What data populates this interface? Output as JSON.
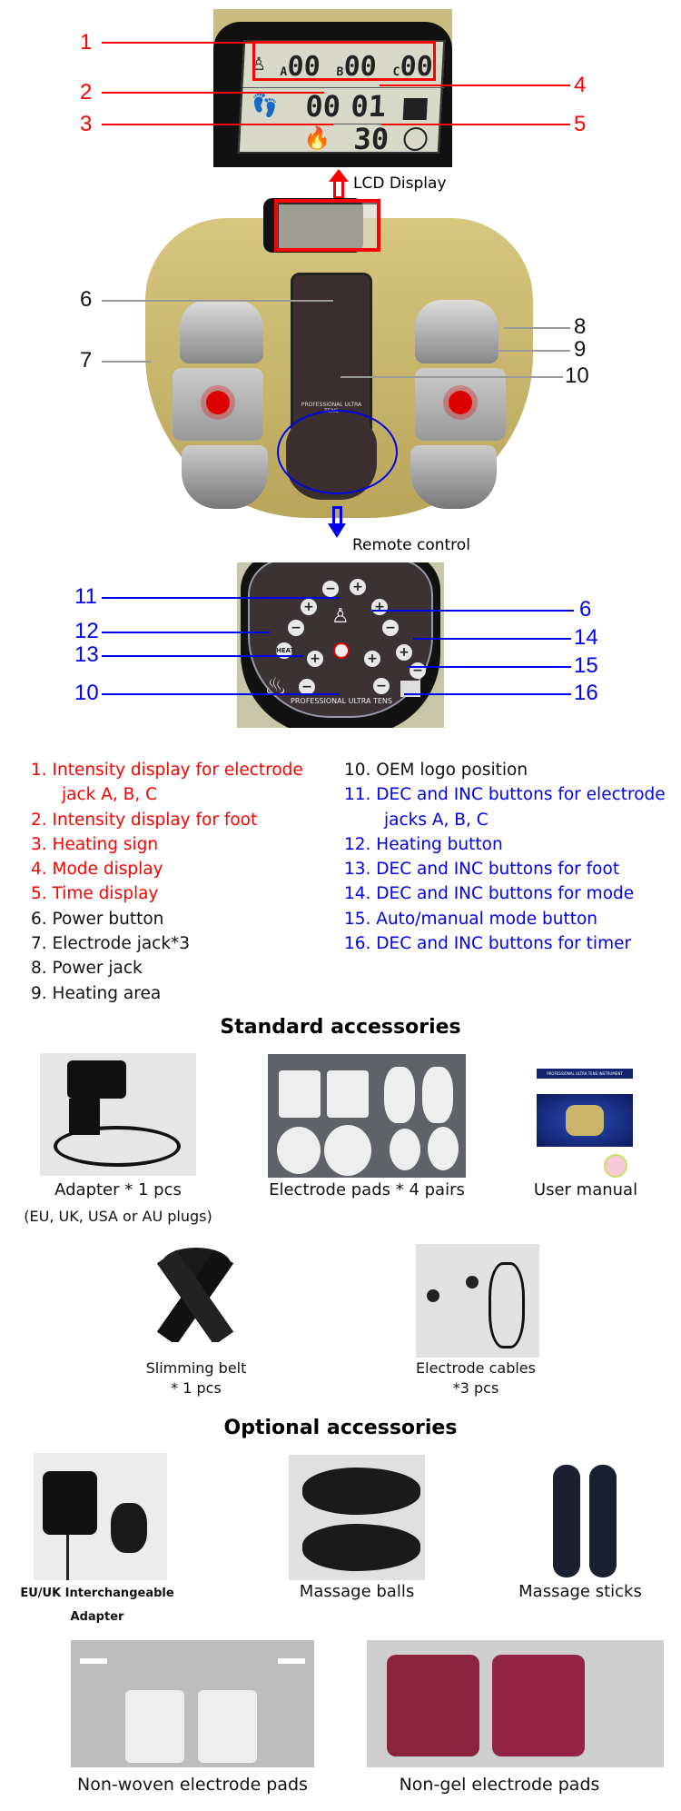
{
  "lcd_photo": {
    "readout_a": "00",
    "readout_b": "00",
    "readout_c": "00",
    "label_a": "A",
    "label_b": "B",
    "label_c": "C",
    "foot": "00",
    "mode": "01",
    "time": "30"
  },
  "callouts_top": {
    "n1": "1",
    "n2": "2",
    "n3": "3",
    "n4": "4",
    "n5": "5"
  },
  "lcd_label": "LCD Display",
  "callouts_device": {
    "n6": "6",
    "n7": "7",
    "n8": "8",
    "n9": "9",
    "n10": "10"
  },
  "device_text": "PROFESSIONAL ULTRA TENS",
  "remote_label": "Remote control",
  "callouts_remote": {
    "n11": "11",
    "n12": "12",
    "n13": "13",
    "n10": "10",
    "n6": "6",
    "n14": "14",
    "n15": "15",
    "n16": "16"
  },
  "remote_text": "PROFESSIONAL ULTRA TENS",
  "colors": {
    "red": "#ff0000",
    "blue": "#0000ee",
    "gold": "#c9b46a"
  },
  "legend_left": [
    {
      "text": "1. Intensity display for electrode jack A, B, C",
      "color": "red"
    },
    {
      "text": "2. Intensity display for foot",
      "color": "red"
    },
    {
      "text": "3. Heating sign",
      "color": "red"
    },
    {
      "text": "4. Mode display",
      "color": "red"
    },
    {
      "text": "5. Time display",
      "color": "red"
    },
    {
      "text": "6. Power button",
      "color": "black"
    },
    {
      "text": "7. Electrode jack*3",
      "color": "black"
    },
    {
      "text": "8. Power jack",
      "color": "black"
    },
    {
      "text": "9. Heating area",
      "color": "black"
    }
  ],
  "legend_right": [
    {
      "text": "10. OEM logo position",
      "color": "black"
    },
    {
      "text": "11. DEC and INC buttons for electrode jacks A, B, C",
      "color": "blue"
    },
    {
      "text": "12. Heating button",
      "color": "blue"
    },
    {
      "text": "13. DEC and INC buttons for foot",
      "color": "blue"
    },
    {
      "text": "14. DEC and INC buttons for mode",
      "color": "blue"
    },
    {
      "text": "15. Auto/manual mode button",
      "color": "blue"
    },
    {
      "text": "16. DEC and INC buttons for timer",
      "color": "blue"
    }
  ],
  "standard": {
    "title": "Standard accessories",
    "adapter": "Adapter * 1 pcs",
    "adapter_note": "(EU, UK, USA or AU plugs)",
    "pads": "Electrode pads * 4 pairs",
    "manual": "User manual",
    "manual_cover": "PROFESSIONAL ULTRA TENS INSTRUMENT",
    "belt_1": "Slimming belt",
    "belt_2": "* 1 pcs",
    "cables_1": "Electrode cables",
    "cables_2": "*3 pcs"
  },
  "optional": {
    "title": "Optional accessories",
    "adapter_1": "EU/UK Interchangeable",
    "adapter_2": "Adapter",
    "balls": "Massage balls",
    "sticks": "Massage sticks",
    "nonwoven": "Non-woven electrode pads",
    "nongel": "Non-gel electrode pads"
  }
}
